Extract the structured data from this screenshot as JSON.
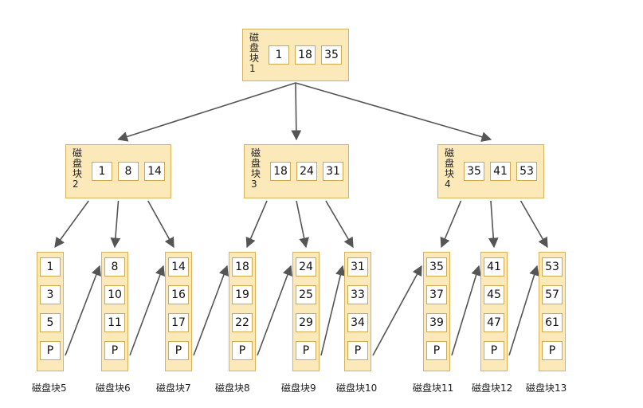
{
  "diagram": {
    "nodes": [
      {
        "id": "n1",
        "label": "磁\n盘\n块\n1",
        "keys": [
          "1",
          "18",
          "35"
        ]
      },
      {
        "id": "n2",
        "label": "磁\n盘\n块\n2",
        "keys": [
          "1",
          "8",
          "14"
        ]
      },
      {
        "id": "n3",
        "label": "磁\n盘\n块\n3",
        "keys": [
          "18",
          "24",
          "31"
        ]
      },
      {
        "id": "n4",
        "label": "磁\n盘\n块\n4",
        "keys": [
          "35",
          "41",
          "53"
        ]
      }
    ],
    "leaves": [
      {
        "id": "l5",
        "label": "磁盘块5",
        "keys": [
          "1",
          "3",
          "5",
          "P"
        ]
      },
      {
        "id": "l6",
        "label": "磁盘块6",
        "keys": [
          "8",
          "10",
          "11",
          "P"
        ]
      },
      {
        "id": "l7",
        "label": "磁盘块7",
        "keys": [
          "14",
          "16",
          "17",
          "P"
        ]
      },
      {
        "id": "l8",
        "label": "磁盘块8",
        "keys": [
          "18",
          "19",
          "22",
          "P"
        ]
      },
      {
        "id": "l9",
        "label": "磁盘块9",
        "keys": [
          "24",
          "25",
          "29",
          "P"
        ]
      },
      {
        "id": "l10",
        "label": "磁盘块10",
        "keys": [
          "31",
          "33",
          "34",
          "P"
        ]
      },
      {
        "id": "l11",
        "label": "磁盘块11",
        "keys": [
          "35",
          "37",
          "39",
          "P"
        ]
      },
      {
        "id": "l12",
        "label": "磁盘块12",
        "keys": [
          "41",
          "45",
          "47",
          "P"
        ]
      },
      {
        "id": "l13",
        "label": "磁盘块13",
        "keys": [
          "53",
          "57",
          "61",
          "P"
        ]
      }
    ],
    "edges": [
      {
        "from": "n1",
        "to": "n2"
      },
      {
        "from": "n1",
        "to": "n3"
      },
      {
        "from": "n1",
        "to": "n4"
      },
      {
        "from": "n2",
        "to": "l5"
      },
      {
        "from": "n2",
        "to": "l6"
      },
      {
        "from": "n2",
        "to": "l7"
      },
      {
        "from": "n3",
        "to": "l8"
      },
      {
        "from": "n3",
        "to": "l9"
      },
      {
        "from": "n3",
        "to": "l10"
      },
      {
        "from": "n4",
        "to": "l11"
      },
      {
        "from": "n4",
        "to": "l12"
      },
      {
        "from": "n4",
        "to": "l13"
      },
      {
        "from": "l5",
        "to": "l6",
        "kind": "sibling"
      },
      {
        "from": "l6",
        "to": "l7",
        "kind": "sibling"
      },
      {
        "from": "l7",
        "to": "l8",
        "kind": "sibling"
      },
      {
        "from": "l8",
        "to": "l9",
        "kind": "sibling"
      },
      {
        "from": "l9",
        "to": "l10",
        "kind": "sibling"
      },
      {
        "from": "l10",
        "to": "l11",
        "kind": "sibling"
      },
      {
        "from": "l11",
        "to": "l12",
        "kind": "sibling"
      },
      {
        "from": "l12",
        "to": "l13",
        "kind": "sibling"
      }
    ],
    "colors": {
      "node_fill": "#fbe9ba",
      "node_border": "#d8b25e",
      "edge": "#555555"
    }
  }
}
